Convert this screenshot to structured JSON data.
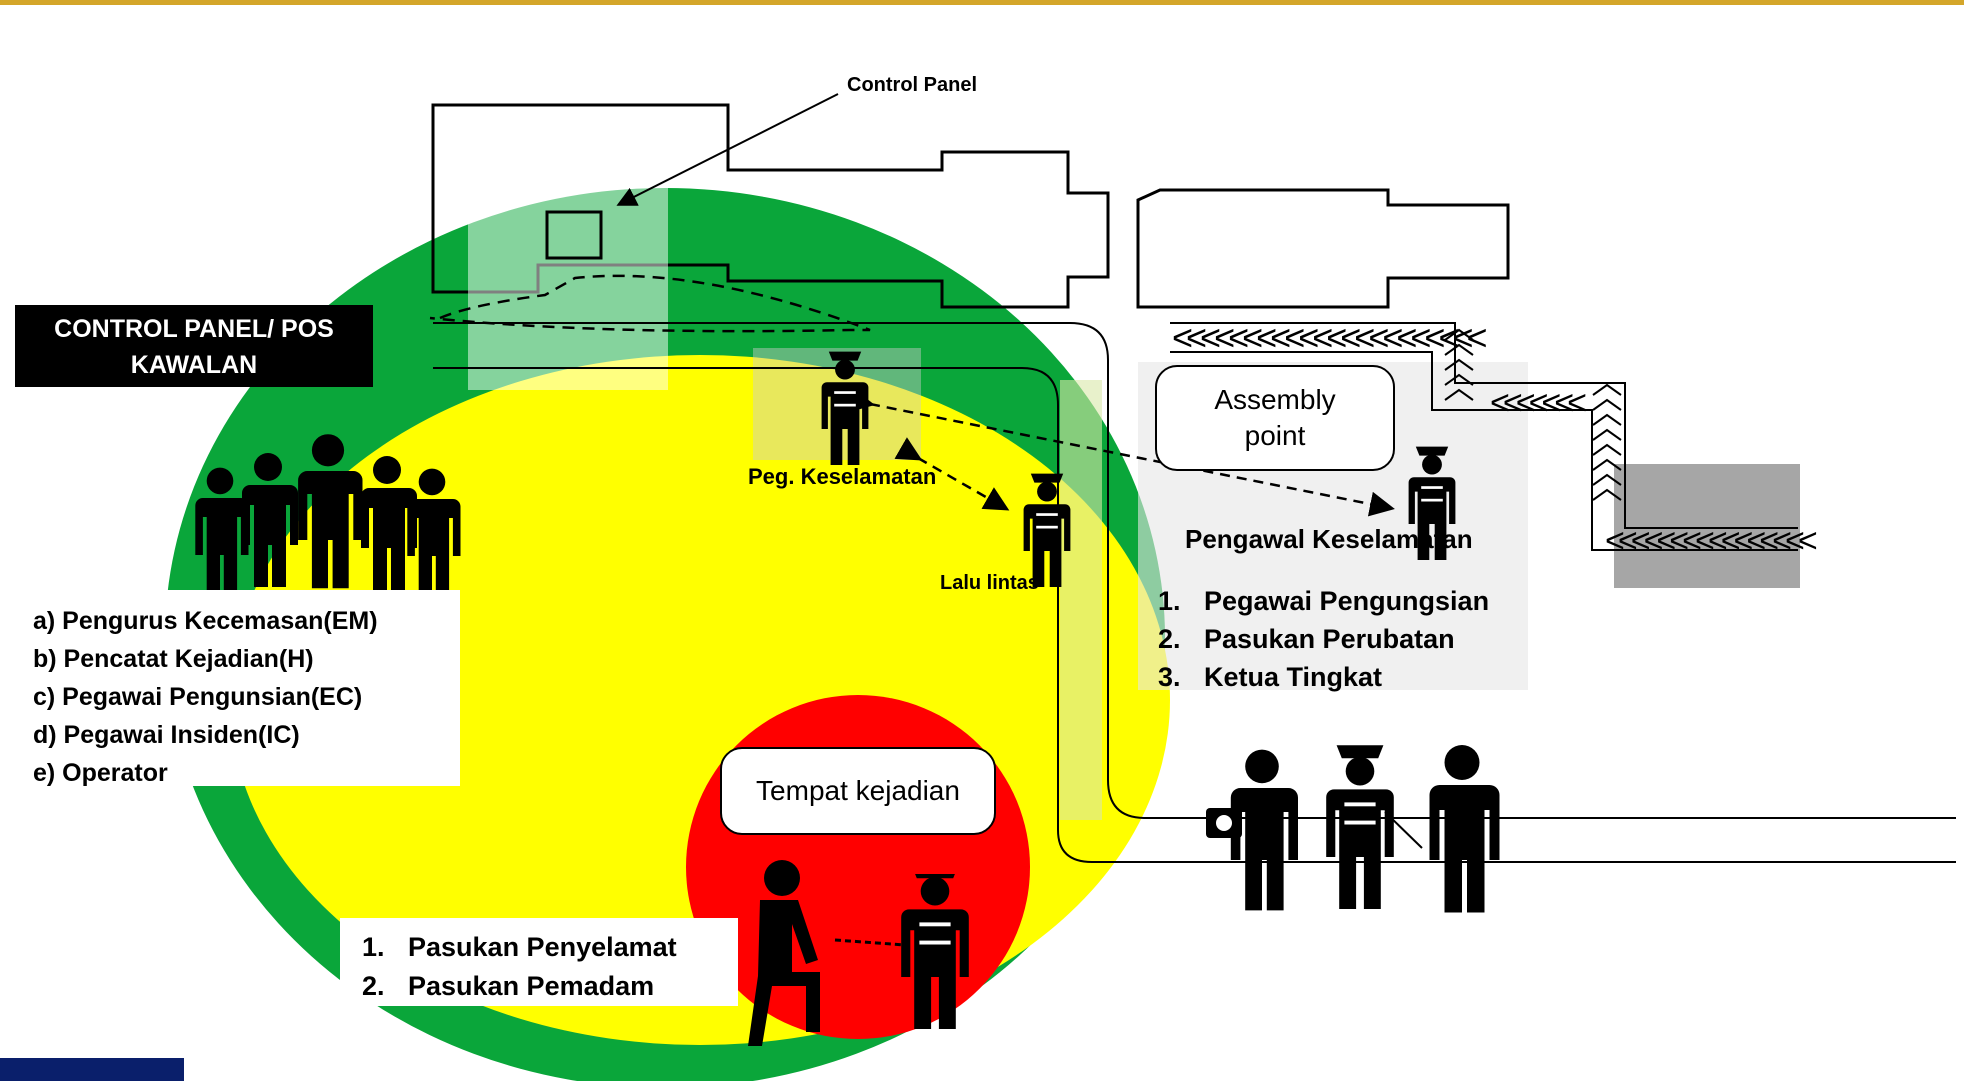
{
  "colors": {
    "outer_zone": "#0aa63a",
    "middle_zone": "#ffff00",
    "inner_zone": "#ff0000",
    "top_band": "#d4a62a",
    "header_box": "#000000"
  },
  "control_panel_callout": "Control Panel",
  "header_box": {
    "line1": "CONTROL PANEL/ POS",
    "line2": "KAWALAN"
  },
  "left_roles": [
    "a) Pengurus Kecemasan(EM)",
    "b) Pencatat Kejadian(H)",
    "c) Pegawai Pengunsian(EC)",
    "d) Pegawai Insiden(IC)",
    "e) Operator"
  ],
  "peg_keselamatan": "Peg. Keselamatan",
  "lalu_lintas": "Lalu lintas",
  "assembly_point": {
    "line1": "Assembly",
    "line2": "point"
  },
  "pengawal_keselamatan": "Pengawal Keselamatan",
  "right_roles": [
    {
      "num": "1.",
      "text": "Pegawai Pengungsian"
    },
    {
      "num": "2.",
      "text": "Pasukan Perubatan"
    },
    {
      "num": "3.",
      "text": "Ketua Tingkat"
    }
  ],
  "tempat_kejadian": "Tempat kejadian",
  "bottom_roles": [
    {
      "num": "1.",
      "text": "Pasukan Penyelamat"
    },
    {
      "num": "2.",
      "text": "Pasukan Pemadam"
    }
  ],
  "icons": [
    "worker-group-icon",
    "traffic-officer-icon",
    "medic-icon",
    "guard-icon",
    "rescuer-icon",
    "firefighter-icon"
  ]
}
